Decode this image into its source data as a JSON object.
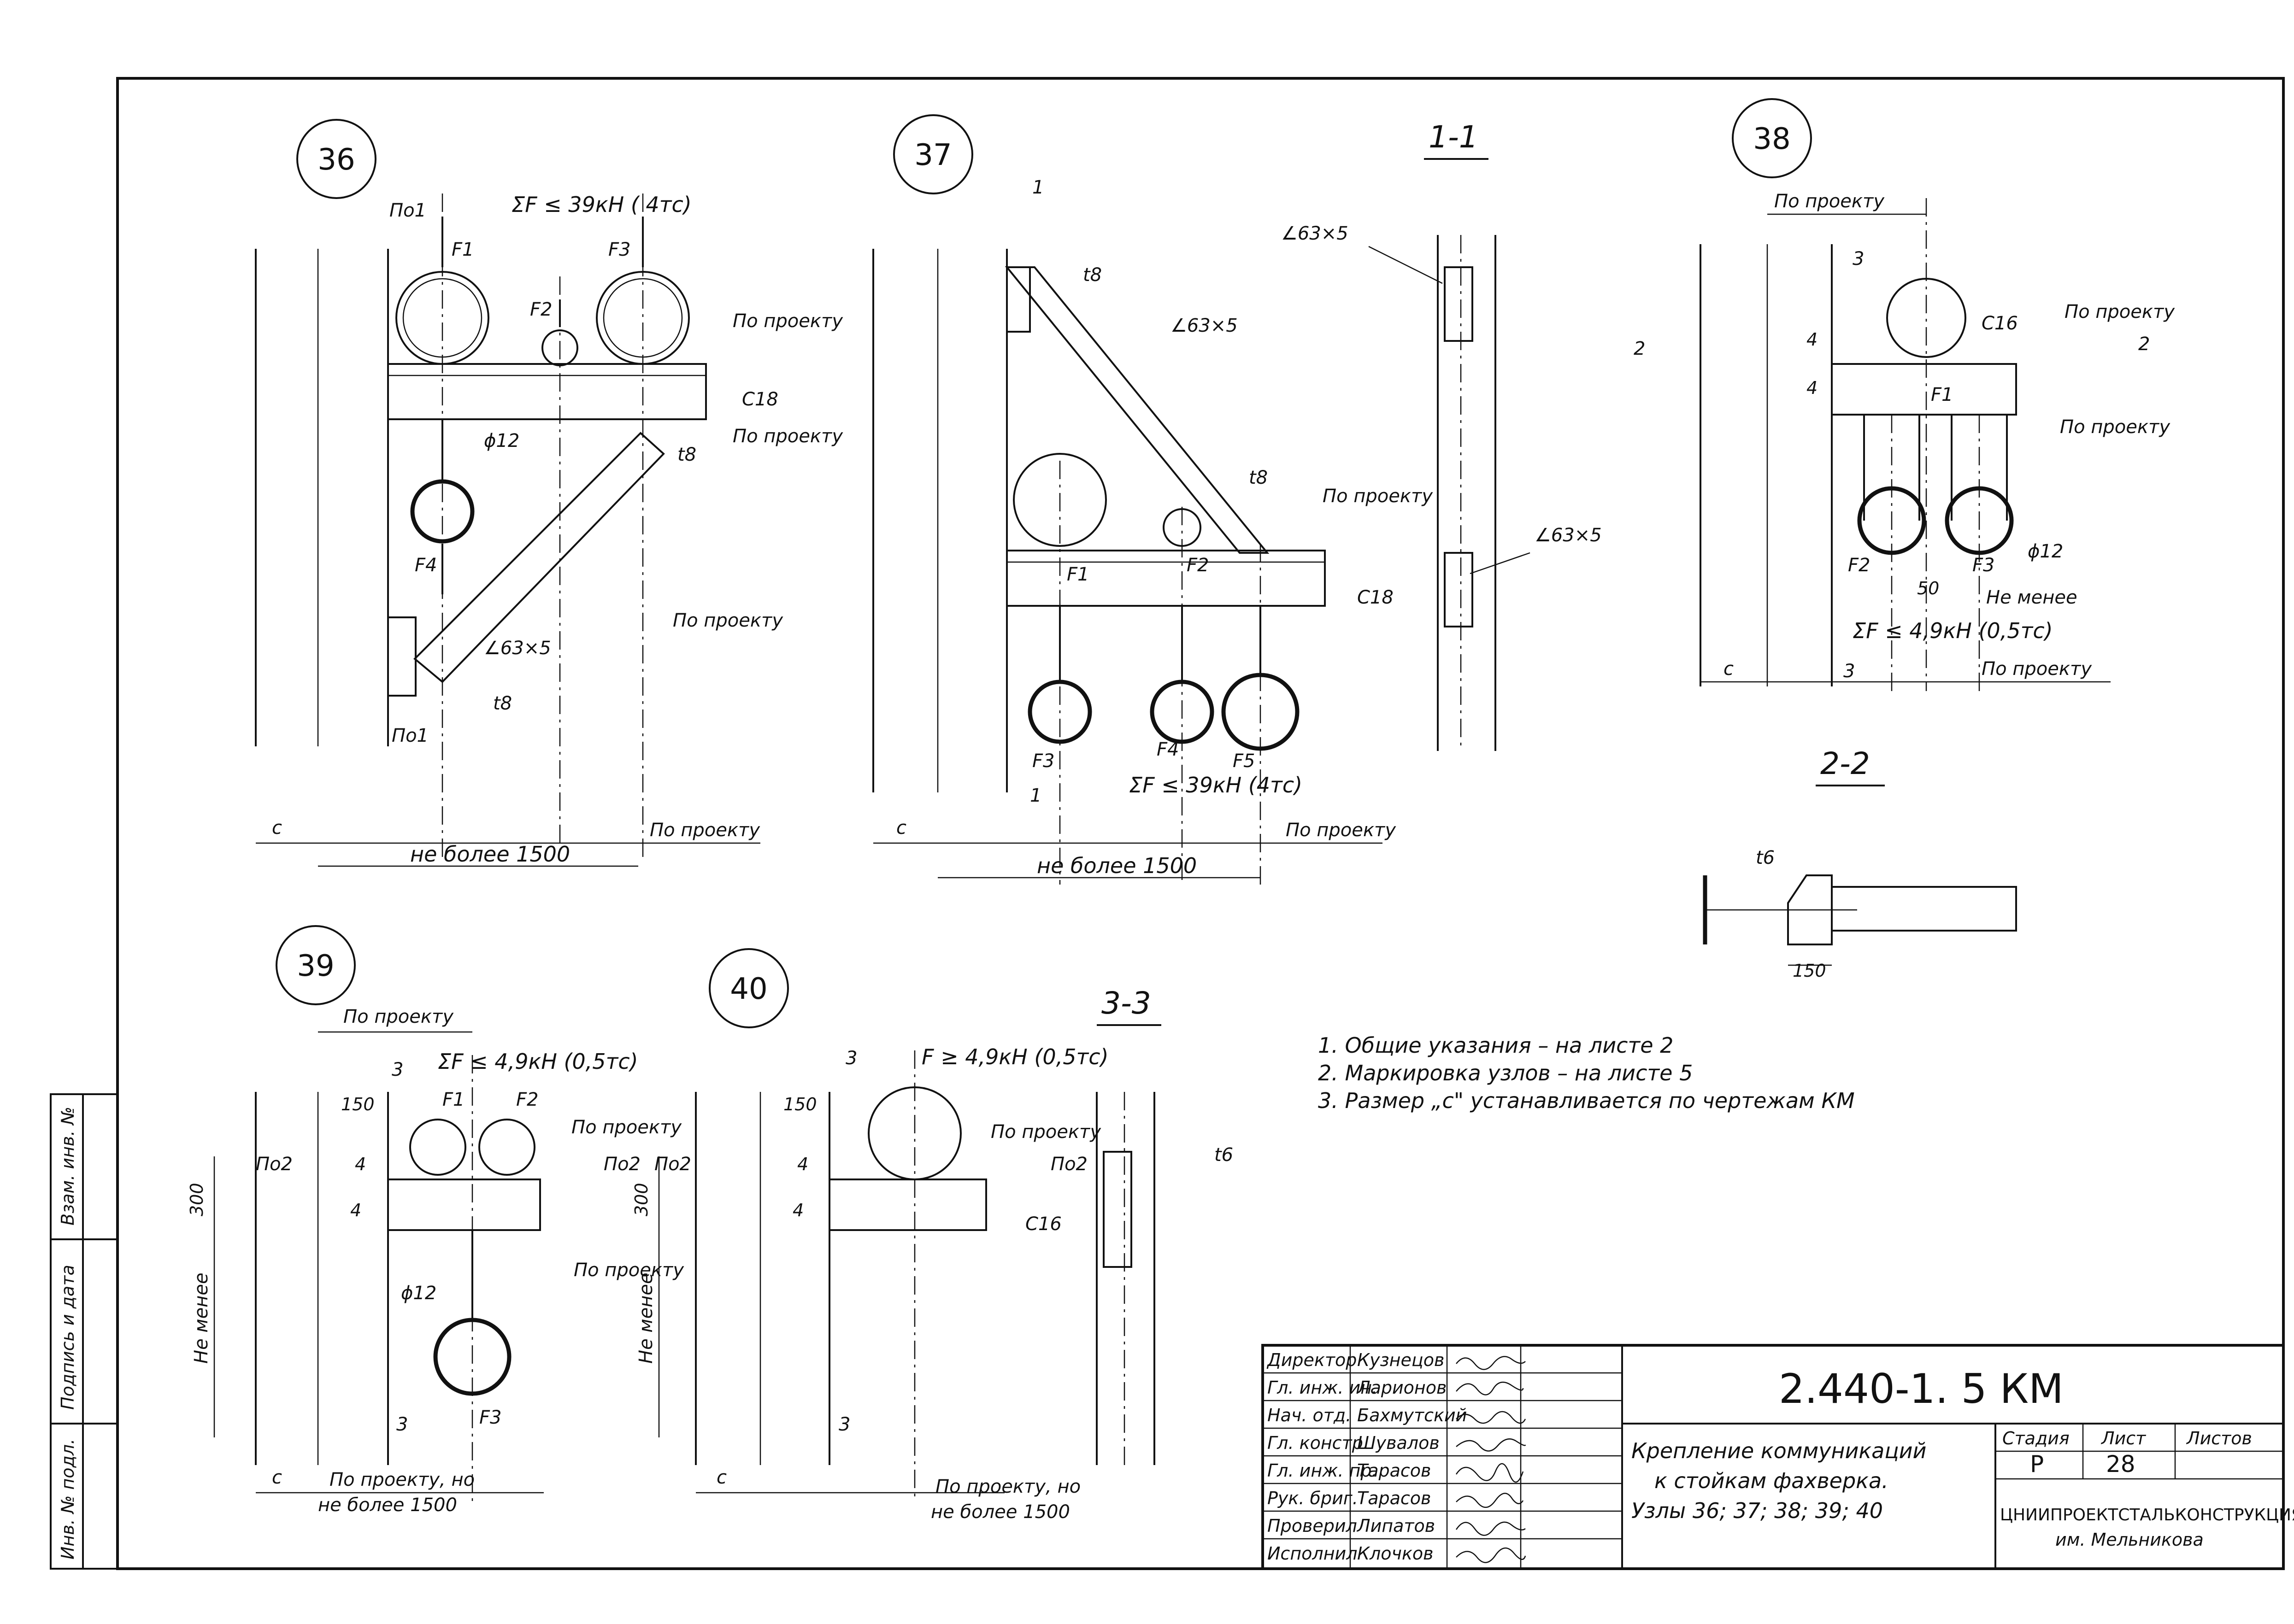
{
  "nodes": {
    "n36": "36",
    "n37": "37",
    "n38": "38",
    "n39": "39",
    "n40": "40"
  },
  "sections": {
    "s11": "1-1",
    "s22": "2-2",
    "s33": "3-3"
  },
  "labels": {
    "po_proektu": "По проекту",
    "ne_bolee_1500": "не более 1500",
    "po_proektu_no": "По проекту, но",
    "ne_bolee_1500_b": "не более 1500",
    "ne_menee": "Не менее",
    "c": "c",
    "c16": "C16",
    "c18": "C18",
    "angle_63x5": "∠63×5",
    "t8": "t8",
    "t6": "t6",
    "phi12": "ϕ12",
    "dim_150": "150",
    "dim_300": "300",
    "dim_50": "50",
    "po1": "По1",
    "po2": "По2",
    "mark_1": "1",
    "mark_2": "2",
    "mark_3": "3",
    "weld_4": "4",
    "n36_sum": "ΣF ≤ 39кН ( 4тс)",
    "n37_sum": "ΣF ≤ 39кН (4тс)",
    "n38_sum": "ΣF ≤ 4,9кН (0,5тс)",
    "n39_sum": "ΣF ≤ 4,9кН (0,5тс)",
    "n40_force": "F ≥ 4,9кН (0,5тс)",
    "F1": "F1",
    "F2": "F2",
    "F3": "F3",
    "F4": "F4",
    "F5": "F5"
  },
  "notes": [
    "1.  Общие указания – на листе 2",
    "2.  Маркировка узлов – на листе 5",
    "3.  Размер „с\" устанавливается  по чертежам КМ"
  ],
  "side_stamp": [
    "Взам. инв. №",
    "Подпись и дата",
    "Инв. № подл."
  ],
  "title_block": {
    "code": "2.440-1. 5 КМ",
    "title_lines": [
      "Крепление коммуникаций",
      "к стойкам фахверка.",
      "Узлы 36; 37; 38; 39; 40"
    ],
    "stage_header": "Стадия",
    "sheet_header": "Лист",
    "sheets_header": "Листов",
    "stage": "Р",
    "sheet": "28",
    "org_line1": "ЦНИИПРОЕКТСТАЛЬКОНСТРУКЦИЯ",
    "org_line2": "им. Мельникова",
    "staff": [
      {
        "role": "Директор",
        "name": "Кузнецов"
      },
      {
        "role": "Гл. инж. ин.",
        "name": "Ларионов"
      },
      {
        "role": "Нач. отд.",
        "name": "Бахмутский"
      },
      {
        "role": "Гл. констр.",
        "name": "Шувалов"
      },
      {
        "role": "Гл. инж. пр.",
        "name": "Тарасов"
      },
      {
        "role": "Рук. бриг.",
        "name": "Тарасов"
      },
      {
        "role": "Проверил",
        "name": "Липатов"
      },
      {
        "role": "Исполнил",
        "name": "Клочков"
      }
    ]
  }
}
